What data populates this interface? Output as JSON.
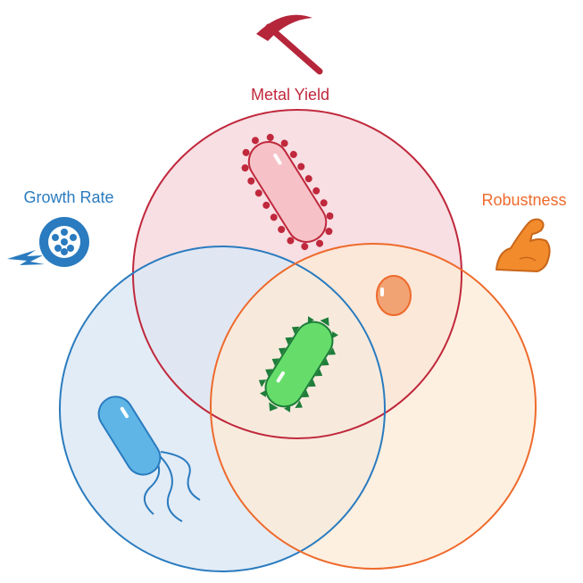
{
  "labels": {
    "metal_yield": "Metal Yield",
    "growth_rate": "Growth Rate",
    "robustness": "Robustness"
  },
  "icons": {
    "metal_yield": "pickaxe-icon",
    "growth_rate": "speeding-wheel-icon",
    "robustness": "flexed-arm-icon"
  },
  "colors": {
    "metal_yield": "#c0283c",
    "growth_rate": "#2a7bbf",
    "robustness": "#ee6a2c",
    "metal_yield_fill": "#f7dfe3",
    "growth_rate_fill": "#dde9f5",
    "robustness_fill": "#fdebd6",
    "growth_microbe": "#5fb6e6",
    "core_microbe": "#66dd6a",
    "robust_cell": "#f2a373"
  }
}
